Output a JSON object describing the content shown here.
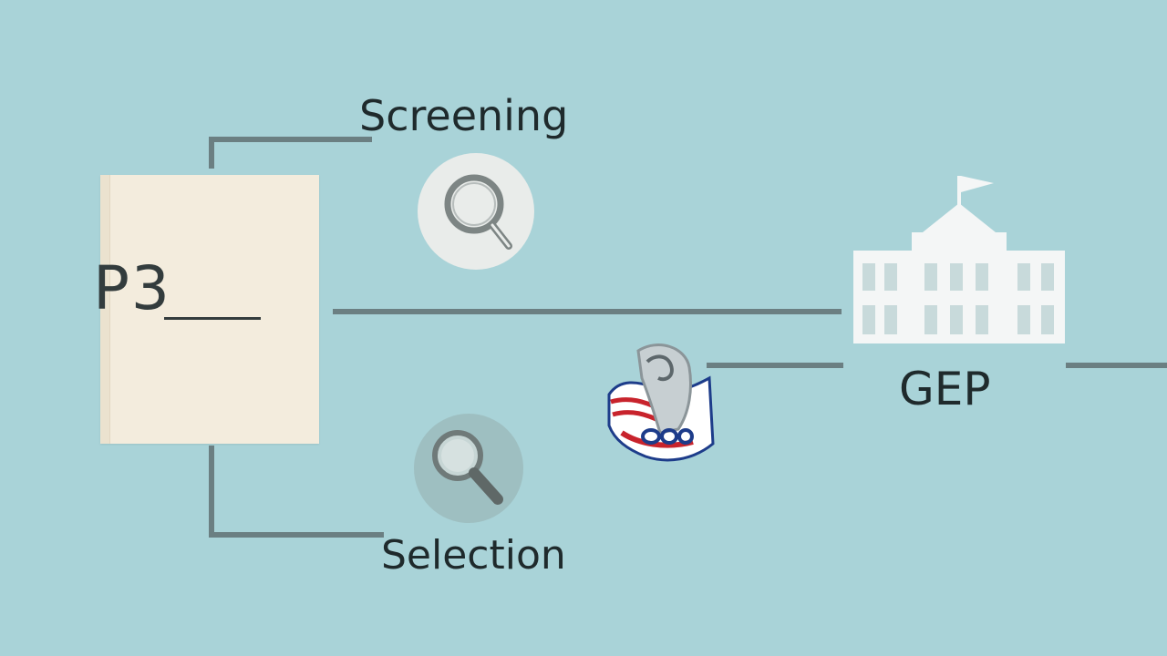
{
  "diagram": {
    "book": {
      "label": "P3"
    },
    "screening": {
      "label": "Screening",
      "icon": "magnifier-icon"
    },
    "selection": {
      "label": "Selection",
      "icon": "magnifier-icon"
    },
    "gep": {
      "label": "GEP",
      "icon": "government-building-icon"
    },
    "emblem": {
      "icon": "flag-emblem-icon"
    },
    "colors": {
      "background": "#a9d3d8",
      "connector": "#6b7f82",
      "book": "#f3ecdd",
      "text": "#1f2a2c",
      "building": "#f4f6f6"
    }
  }
}
